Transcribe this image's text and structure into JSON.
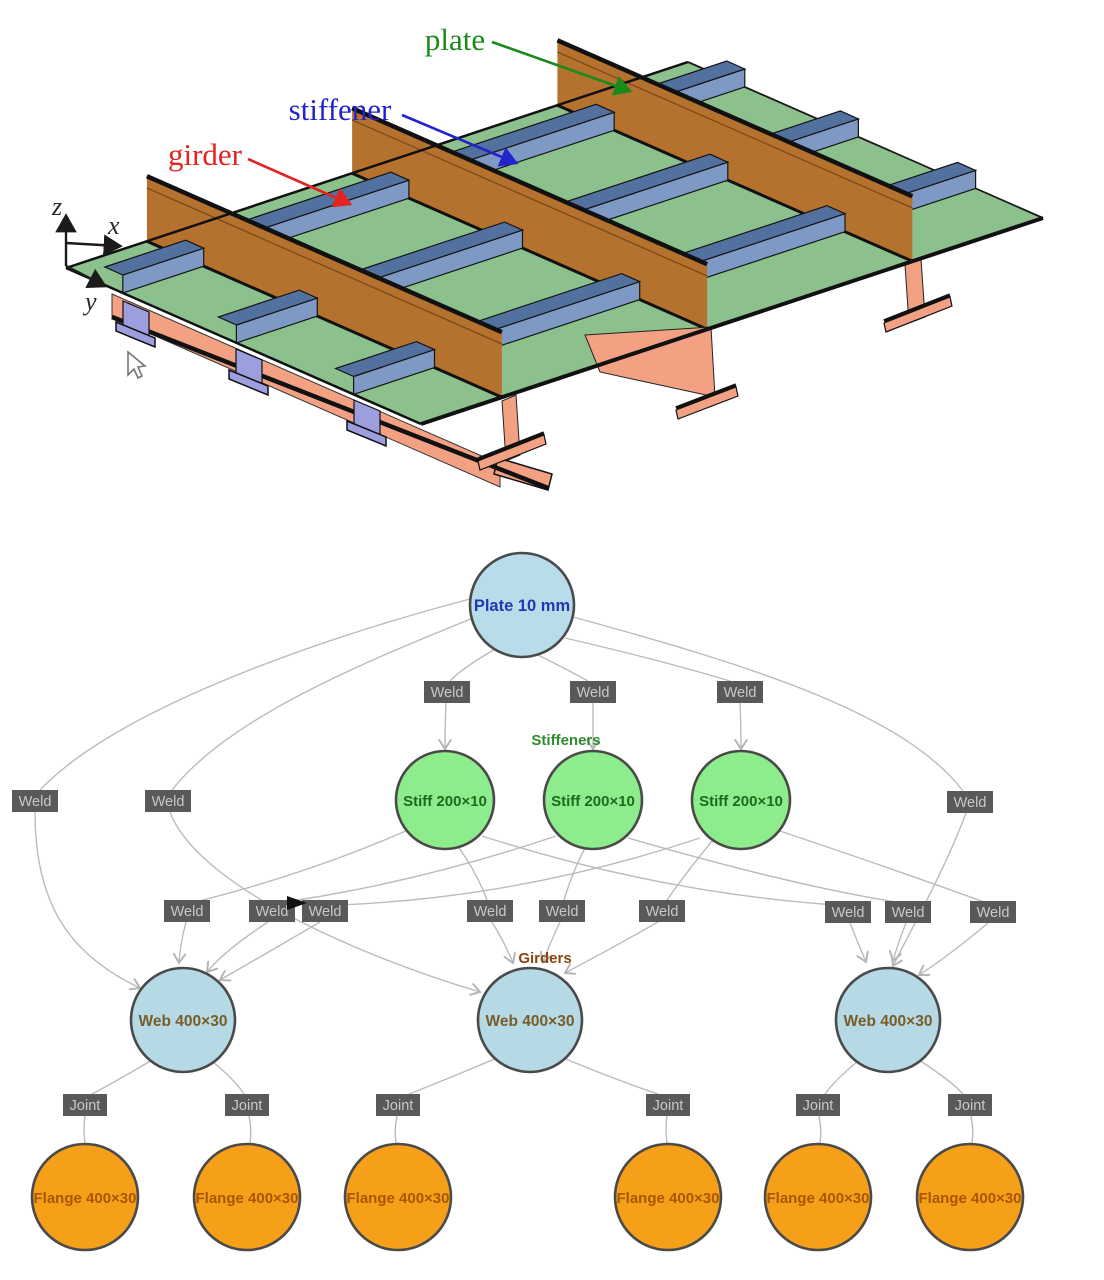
{
  "viewer3d": {
    "labels": {
      "plate": "plate",
      "stiffener": "stiffener",
      "girder": "girder"
    },
    "axes": {
      "z": "z",
      "x": "x",
      "y": "y"
    },
    "colors": {
      "plate_surface": "#8cc08c",
      "girder_web": "#b5722e",
      "girder_underside": "#f2a183",
      "stiffener_web": "#7d99c4",
      "stiffener_flange": "#52719f",
      "stiffener_end": "#9d9ede",
      "label_plate": "#1a8a1a",
      "label_stiffener": "#2323cc",
      "label_girder": "#e32222"
    }
  },
  "graph": {
    "section_labels": {
      "stiffeners": "Stiffeners",
      "girders": "Girders"
    },
    "connectors": {
      "weld": "Weld",
      "joint": "Joint"
    },
    "plate_node": {
      "label": "Plate 10 mm"
    },
    "stiffener_nodes": [
      {
        "label": "Stiff 200×10"
      },
      {
        "label": "Stiff 200×10"
      },
      {
        "label": "Stiff 200×10"
      }
    ],
    "web_nodes": [
      {
        "label": "Web 400×30"
      },
      {
        "label": "Web 400×30"
      },
      {
        "label": "Web 400×30"
      }
    ],
    "flange_nodes": [
      {
        "label": "Flange 400×30"
      },
      {
        "label": "Flange 400×30"
      },
      {
        "label": "Flange 400×30"
      },
      {
        "label": "Flange 400×30"
      },
      {
        "label": "Flange 400×30"
      },
      {
        "label": "Flange 400×30"
      }
    ],
    "colors": {
      "plate_fill": "#b9dcea",
      "stiffener_fill": "#8ded8d",
      "web_fill": "#b5d9e5",
      "flange_fill": "#f6a01a",
      "node_stroke": "#4a4a4a",
      "connector_bg": "#595959",
      "connector_text": "#c9c9c9",
      "edge": "#bbbbbb",
      "stiffeners_label": "#2e8b2e",
      "girders_label": "#8b4513"
    }
  }
}
